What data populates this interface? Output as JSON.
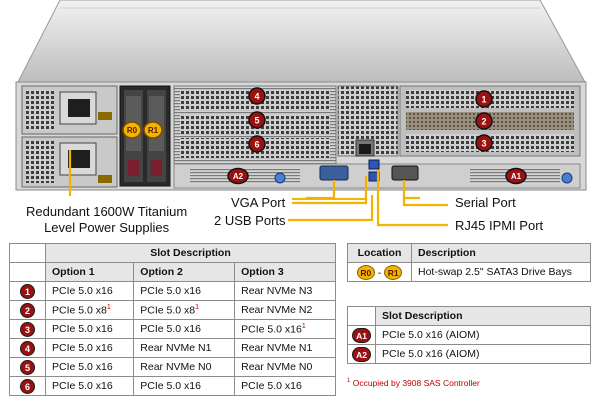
{
  "callouts": {
    "psu_line1": "Redundant  1600W Titanium",
    "psu_line2": "Level Power Supplies",
    "vga": "VGA Port",
    "usb": "2 USB Ports",
    "serial": "Serial Port",
    "rj45": "RJ45 IPMI Port"
  },
  "server_badges": {
    "slots": [
      "1",
      "2",
      "3",
      "4",
      "5",
      "6"
    ],
    "aiom": [
      "A1",
      "A2"
    ],
    "drives": [
      "R0",
      "R1"
    ]
  },
  "slot_table": {
    "title": "Slot Description",
    "columns": [
      "Option 1",
      "Option 2",
      "Option 3"
    ],
    "rows": [
      {
        "id": "1",
        "opt1": "PCIe 5.0 x16",
        "opt2": "PCIe 5.0 x16",
        "opt3": "Rear NVMe N3"
      },
      {
        "id": "2",
        "opt1": "PCIe 5.0 x8",
        "opt1_sup": "1",
        "opt2": "PCIe 5.0 x8",
        "opt2_sup": "1",
        "opt3": "Rear NVMe N2"
      },
      {
        "id": "3",
        "opt1": "PCIe 5.0 x16",
        "opt2": "PCIe 5.0 x16",
        "opt3": "PCIe 5.0 x16",
        "opt3_sup": "1"
      },
      {
        "id": "4",
        "opt1": "PCIe 5.0 x16",
        "opt2": "Rear NVMe N1",
        "opt3": "Rear NVMe N1"
      },
      {
        "id": "5",
        "opt1": "PCIe 5.0 x16",
        "opt2": "Rear NVMe N0",
        "opt3": "Rear NVMe N0"
      },
      {
        "id": "6",
        "opt1": "PCIe 5.0 x16",
        "opt2": "PCIe 5.0 x16",
        "opt3": "PCIe 5.0 x16"
      }
    ]
  },
  "location_table": {
    "col_location": "Location",
    "col_description": "Description",
    "badge_start": "R0",
    "separator": "-",
    "badge_end": "R1",
    "description": "Hot-swap 2.5\" SATA3 Drive  Bays"
  },
  "aiom_table": {
    "title": "Slot Description",
    "rows": [
      {
        "id": "A1",
        "desc": "PCIe 5.0 x16 (AIOM)"
      },
      {
        "id": "A2",
        "desc": "PCIe 5.0 x16 (AIOM)"
      }
    ]
  },
  "footnote": {
    "mark": "1",
    "text": " Occupied by 3908 SAS Controller"
  }
}
